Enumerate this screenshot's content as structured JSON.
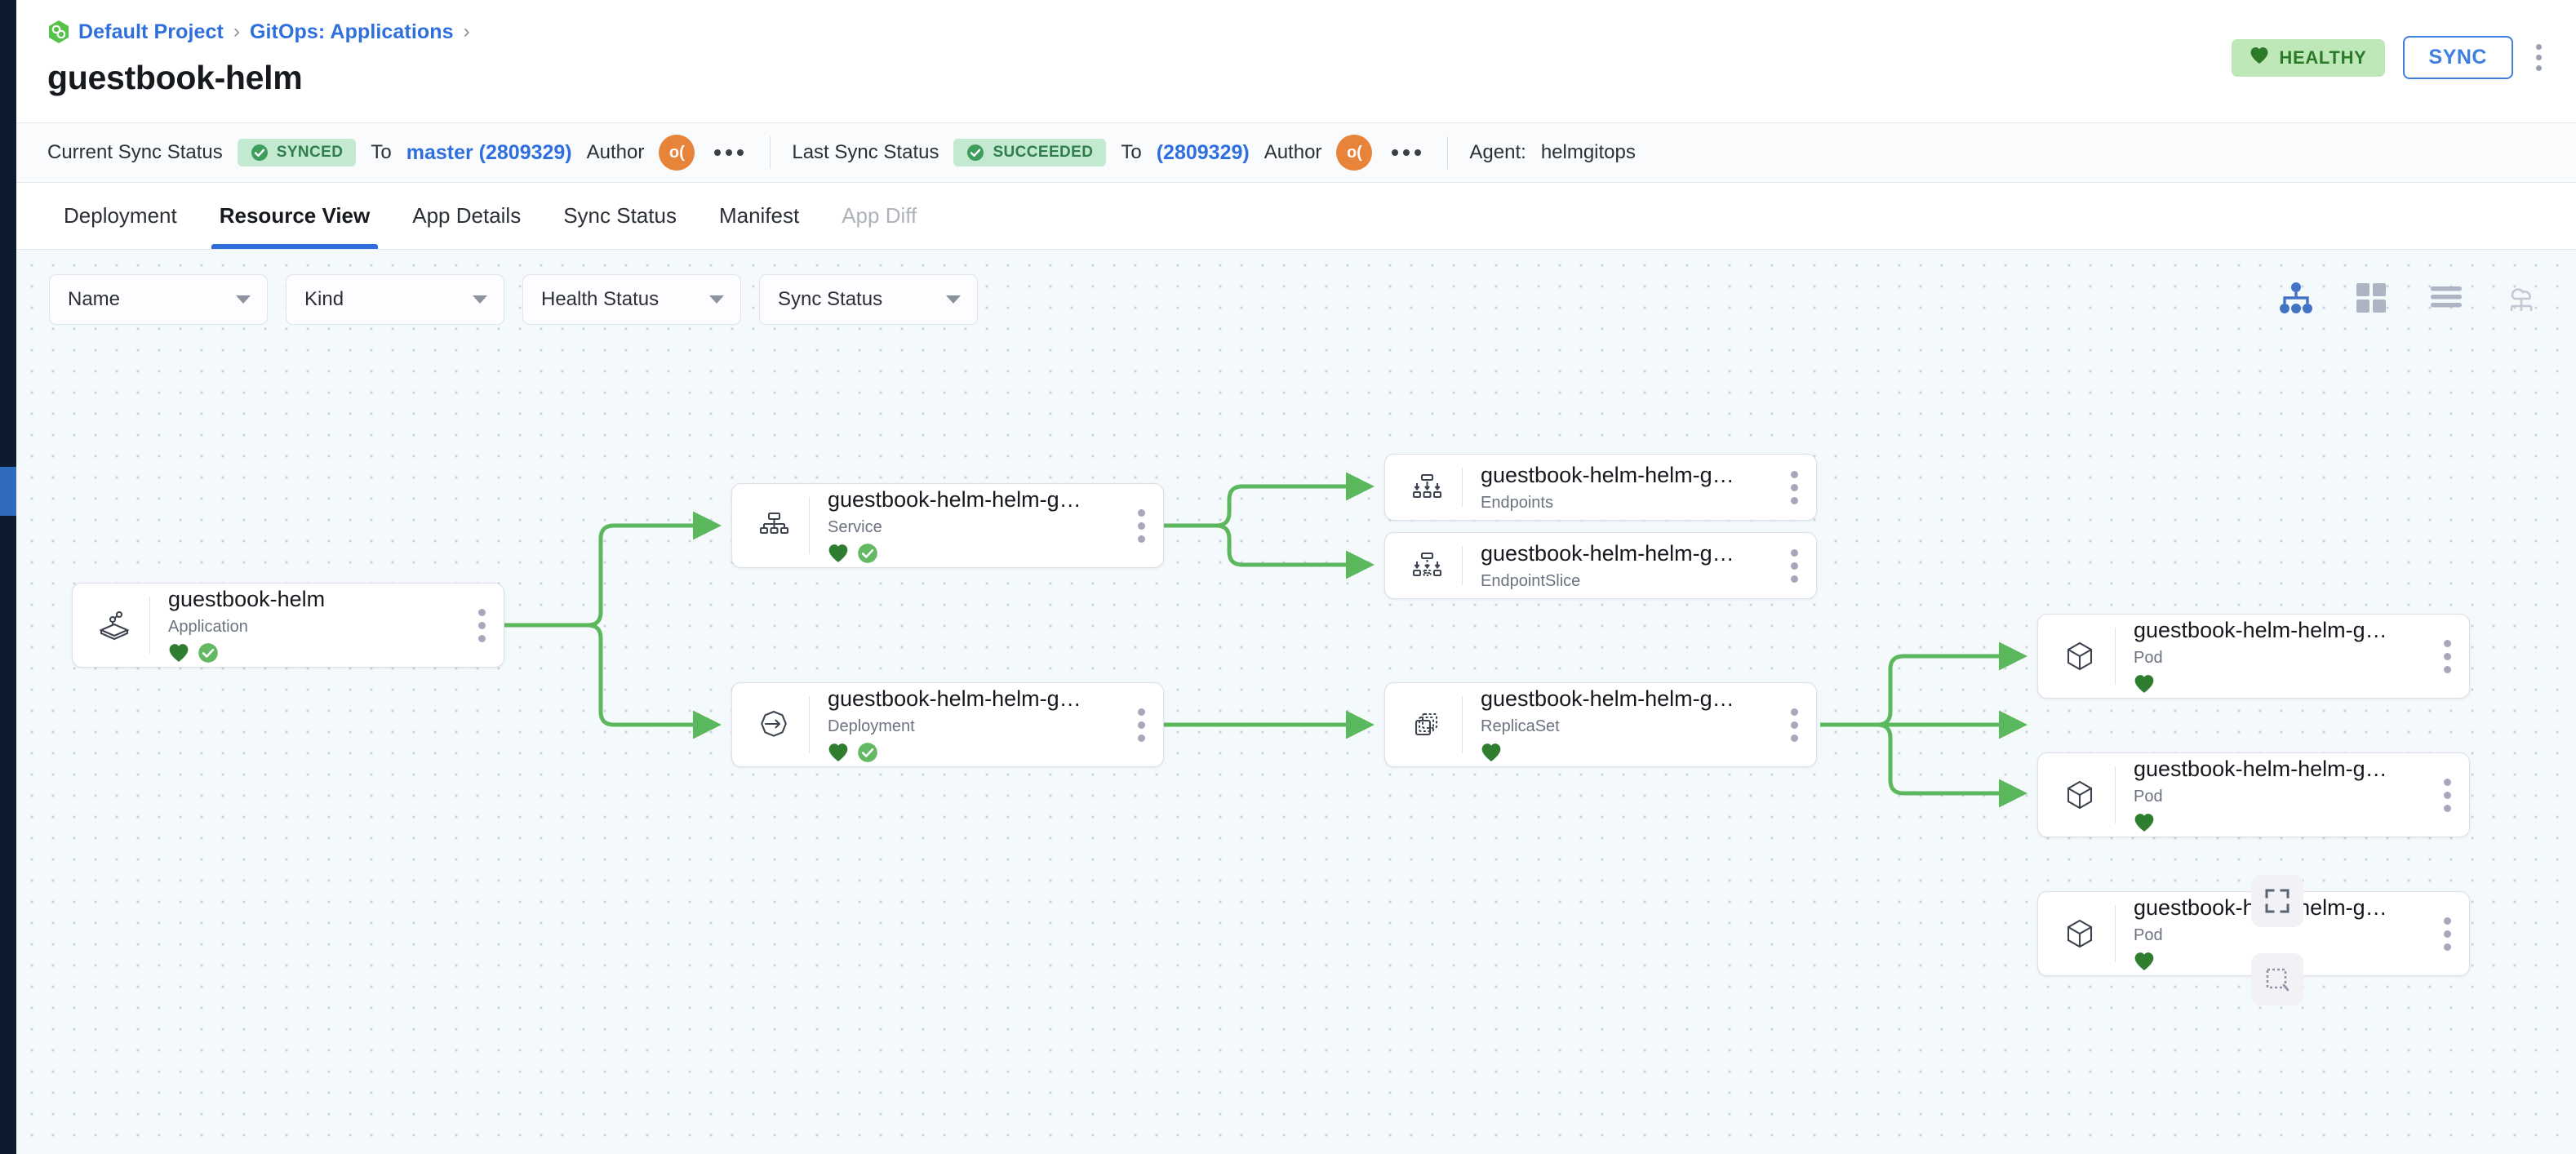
{
  "header": {
    "breadcrumb": [
      {
        "label": "Default Project",
        "icon": "project-logo-icon"
      },
      {
        "label": "GitOps: Applications",
        "icon": ""
      }
    ],
    "separator": "›",
    "title": "guestbook-helm",
    "health_badge": {
      "label": "HEALTHY",
      "icon": "heart-icon",
      "color": "#2b7a28",
      "bg": "#bfe8b9"
    },
    "sync_button": {
      "label": "SYNC",
      "color": "#3f7fe0"
    },
    "overflow_menu": "kebab-menu-icon"
  },
  "statusbar": {
    "current": {
      "label": "Current Sync Status",
      "badge": {
        "label": "SYNCED",
        "icon": "check-circle-icon",
        "color": "#2e7d4b",
        "bg": "#c3ead0"
      },
      "to_label": "To",
      "revision": "master (2809329)",
      "author_label": "Author",
      "avatar_initials": "o(",
      "avatar_color": "#e8833a",
      "more": "ellipsis-icon"
    },
    "last": {
      "label": "Last Sync Status",
      "badge": {
        "label": "SUCCEEDED",
        "icon": "check-circle-icon",
        "color": "#2e7d4b",
        "bg": "#c3ead0"
      },
      "to_label": "To",
      "revision": "(2809329)",
      "author_label": "Author",
      "avatar_initials": "o(",
      "avatar_color": "#e8833a",
      "more": "ellipsis-icon"
    },
    "agent_label": "Agent:",
    "agent_value": "helmgitops"
  },
  "tabs": [
    {
      "label": "Deployment",
      "state": "normal"
    },
    {
      "label": "Resource View",
      "state": "active"
    },
    {
      "label": "App Details",
      "state": "normal"
    },
    {
      "label": "Sync Status",
      "state": "normal"
    },
    {
      "label": "Manifest",
      "state": "normal"
    },
    {
      "label": "App Diff",
      "state": "disabled"
    }
  ],
  "filters": [
    {
      "label": "Name"
    },
    {
      "label": "Kind"
    },
    {
      "label": "Health Status"
    },
    {
      "label": "Sync Status"
    }
  ],
  "view_modes": [
    {
      "name": "tree-view-icon",
      "active": true
    },
    {
      "name": "grid-view-icon",
      "active": false
    },
    {
      "name": "list-view-icon",
      "active": false
    },
    {
      "name": "network-view-icon",
      "active": false
    }
  ],
  "canvas_controls": [
    {
      "name": "fit-view-icon"
    },
    {
      "name": "select-area-icon"
    }
  ],
  "graph": {
    "edge_color": "#5cb85c",
    "nodes": [
      {
        "id": "app",
        "name": "guestbook-helm",
        "kind": "Application",
        "icon": "application-icon",
        "health": true,
        "synced": true
      },
      {
        "id": "svc",
        "name": "guestbook-helm-helm-g…",
        "kind": "Service",
        "icon": "service-icon",
        "health": true,
        "synced": true
      },
      {
        "id": "ep",
        "name": "guestbook-helm-helm-g…",
        "kind": "Endpoints",
        "icon": "endpoints-icon",
        "health": false,
        "synced": false
      },
      {
        "id": "eps",
        "name": "guestbook-helm-helm-g…",
        "kind": "EndpointSlice",
        "icon": "endpointslice-icon",
        "health": false,
        "synced": false
      },
      {
        "id": "dep",
        "name": "guestbook-helm-helm-g…",
        "kind": "Deployment",
        "icon": "deployment-icon",
        "health": true,
        "synced": true
      },
      {
        "id": "rs",
        "name": "guestbook-helm-helm-g…",
        "kind": "ReplicaSet",
        "icon": "replicaset-icon",
        "health": true,
        "synced": false
      },
      {
        "id": "pod1",
        "name": "guestbook-helm-helm-g…",
        "kind": "Pod",
        "icon": "pod-icon",
        "health": true,
        "synced": false
      },
      {
        "id": "pod2",
        "name": "guestbook-helm-helm-g…",
        "kind": "Pod",
        "icon": "pod-icon",
        "health": true,
        "synced": false
      },
      {
        "id": "pod3",
        "name": "guestbook-helm-helm-g…",
        "kind": "Pod",
        "icon": "pod-icon",
        "health": true,
        "synced": false
      }
    ]
  }
}
